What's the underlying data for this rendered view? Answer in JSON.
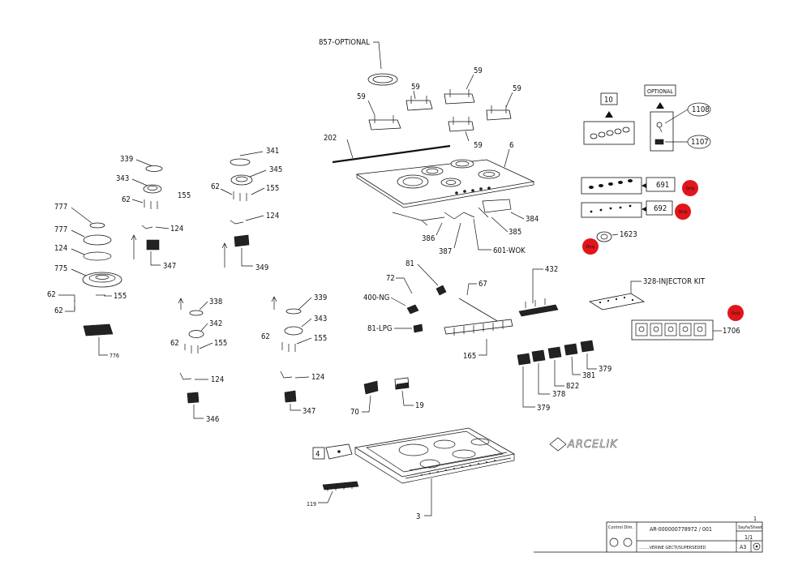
{
  "callouts": {
    "p857": "857-OPTIONAL",
    "p59a": "59",
    "p59b": "59",
    "p59c": "59",
    "p59d": "59",
    "p59e": "59",
    "p202": "202",
    "p6": "6",
    "p10": "10",
    "optional": "OPTIONAL",
    "p1108": "1108",
    "p1107": "1107",
    "p691": "691",
    "p692": "692",
    "p1623": "1623",
    "p328": "328-INJECTOR KIT",
    "p1706": "1706",
    "p339a": "339",
    "p343a": "343",
    "p62a": "62",
    "p155a": "155",
    "p124a": "124",
    "p347a": "347",
    "p341": "341",
    "p345": "345",
    "p62b": "62",
    "p155b": "155",
    "p124b": "124",
    "p349": "349",
    "p777a": "777",
    "p777b": "777",
    "p124c": "124",
    "p775": "775",
    "p62c": "62",
    "p62d": "62",
    "p155c": "155",
    "p776": "776",
    "p338": "338",
    "p342": "342",
    "p62e": "62",
    "p155d": "155",
    "p124d": "124",
    "p346": "346",
    "p339b": "339",
    "p343b": "343",
    "p62f": "62",
    "p155e": "155",
    "p124e": "124",
    "p347b": "347",
    "p384": "384",
    "p385": "385",
    "p386": "386",
    "p387": "387",
    "p601": "601-WOK",
    "p81": "81",
    "p72": "72",
    "p400": "400-NG",
    "p81lpg": "81-LPG",
    "p67": "67",
    "p165": "165",
    "p432": "432",
    "p379a": "379",
    "p381": "381",
    "p822": "822",
    "p378": "378",
    "p379b": "379",
    "p70": "70",
    "p19": "19",
    "p4": "4",
    "p119": "119",
    "p3": "3"
  },
  "badges": {
    "b1": "Only",
    "b2": "Only",
    "b3": "Only",
    "b4": "Only"
  },
  "title_block": {
    "control": "Control Dim.",
    "code": "AR-000000778972 / 001",
    "note": "........VERINE GECTI/SUPERSEDED",
    "size": "A3",
    "sheet_label": "Sayfa/Sheet",
    "sheet_top": "1",
    "sheet": "1/1"
  },
  "brand": "ARCELIK",
  "colors": {
    "badge": "#e0161b",
    "line": "#111111"
  }
}
